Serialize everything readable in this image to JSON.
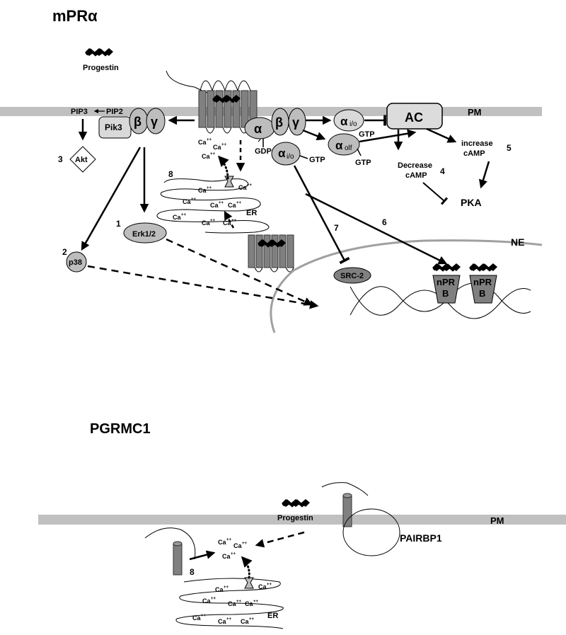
{
  "panel1": {
    "title": "mPRα",
    "progestin": "Progestin",
    "pm": "PM",
    "pip3": "PIP3",
    "pip2": "PIP2",
    "pik3": "Pik3",
    "akt": "Akt",
    "beta": "β",
    "gamma": "γ",
    "alpha": "α",
    "gdp": "GDP",
    "alpha_io_1": "α",
    "alpha_io_sub": "i/o",
    "alpha_olf": "α",
    "alpha_olf_sub": "olf",
    "gtp": "GTP",
    "ac": "AC",
    "increase_camp_1": "increase",
    "increase_camp_2": "cAMP",
    "decrease_camp_1": "Decrease",
    "decrease_camp_2": "cAMP",
    "pka": "PKA",
    "erk": "Erk1/2",
    "p38": "p38",
    "src2": "SRC-2",
    "npr_1": "nPR",
    "npr_2": "B",
    "er": "ER",
    "ne": "NE",
    "ca": "Ca",
    "ca_sup": "++",
    "num1": "1",
    "num2": "2",
    "num3": "3",
    "num4": "4",
    "num5": "5",
    "num6": "6",
    "num7": "7",
    "num8": "8"
  },
  "panel2": {
    "title": "PGRMC1",
    "progestin": "Progestin",
    "pm": "PM",
    "pairbp1": "PAIRBP1",
    "er": "ER",
    "num8": "8"
  }
}
